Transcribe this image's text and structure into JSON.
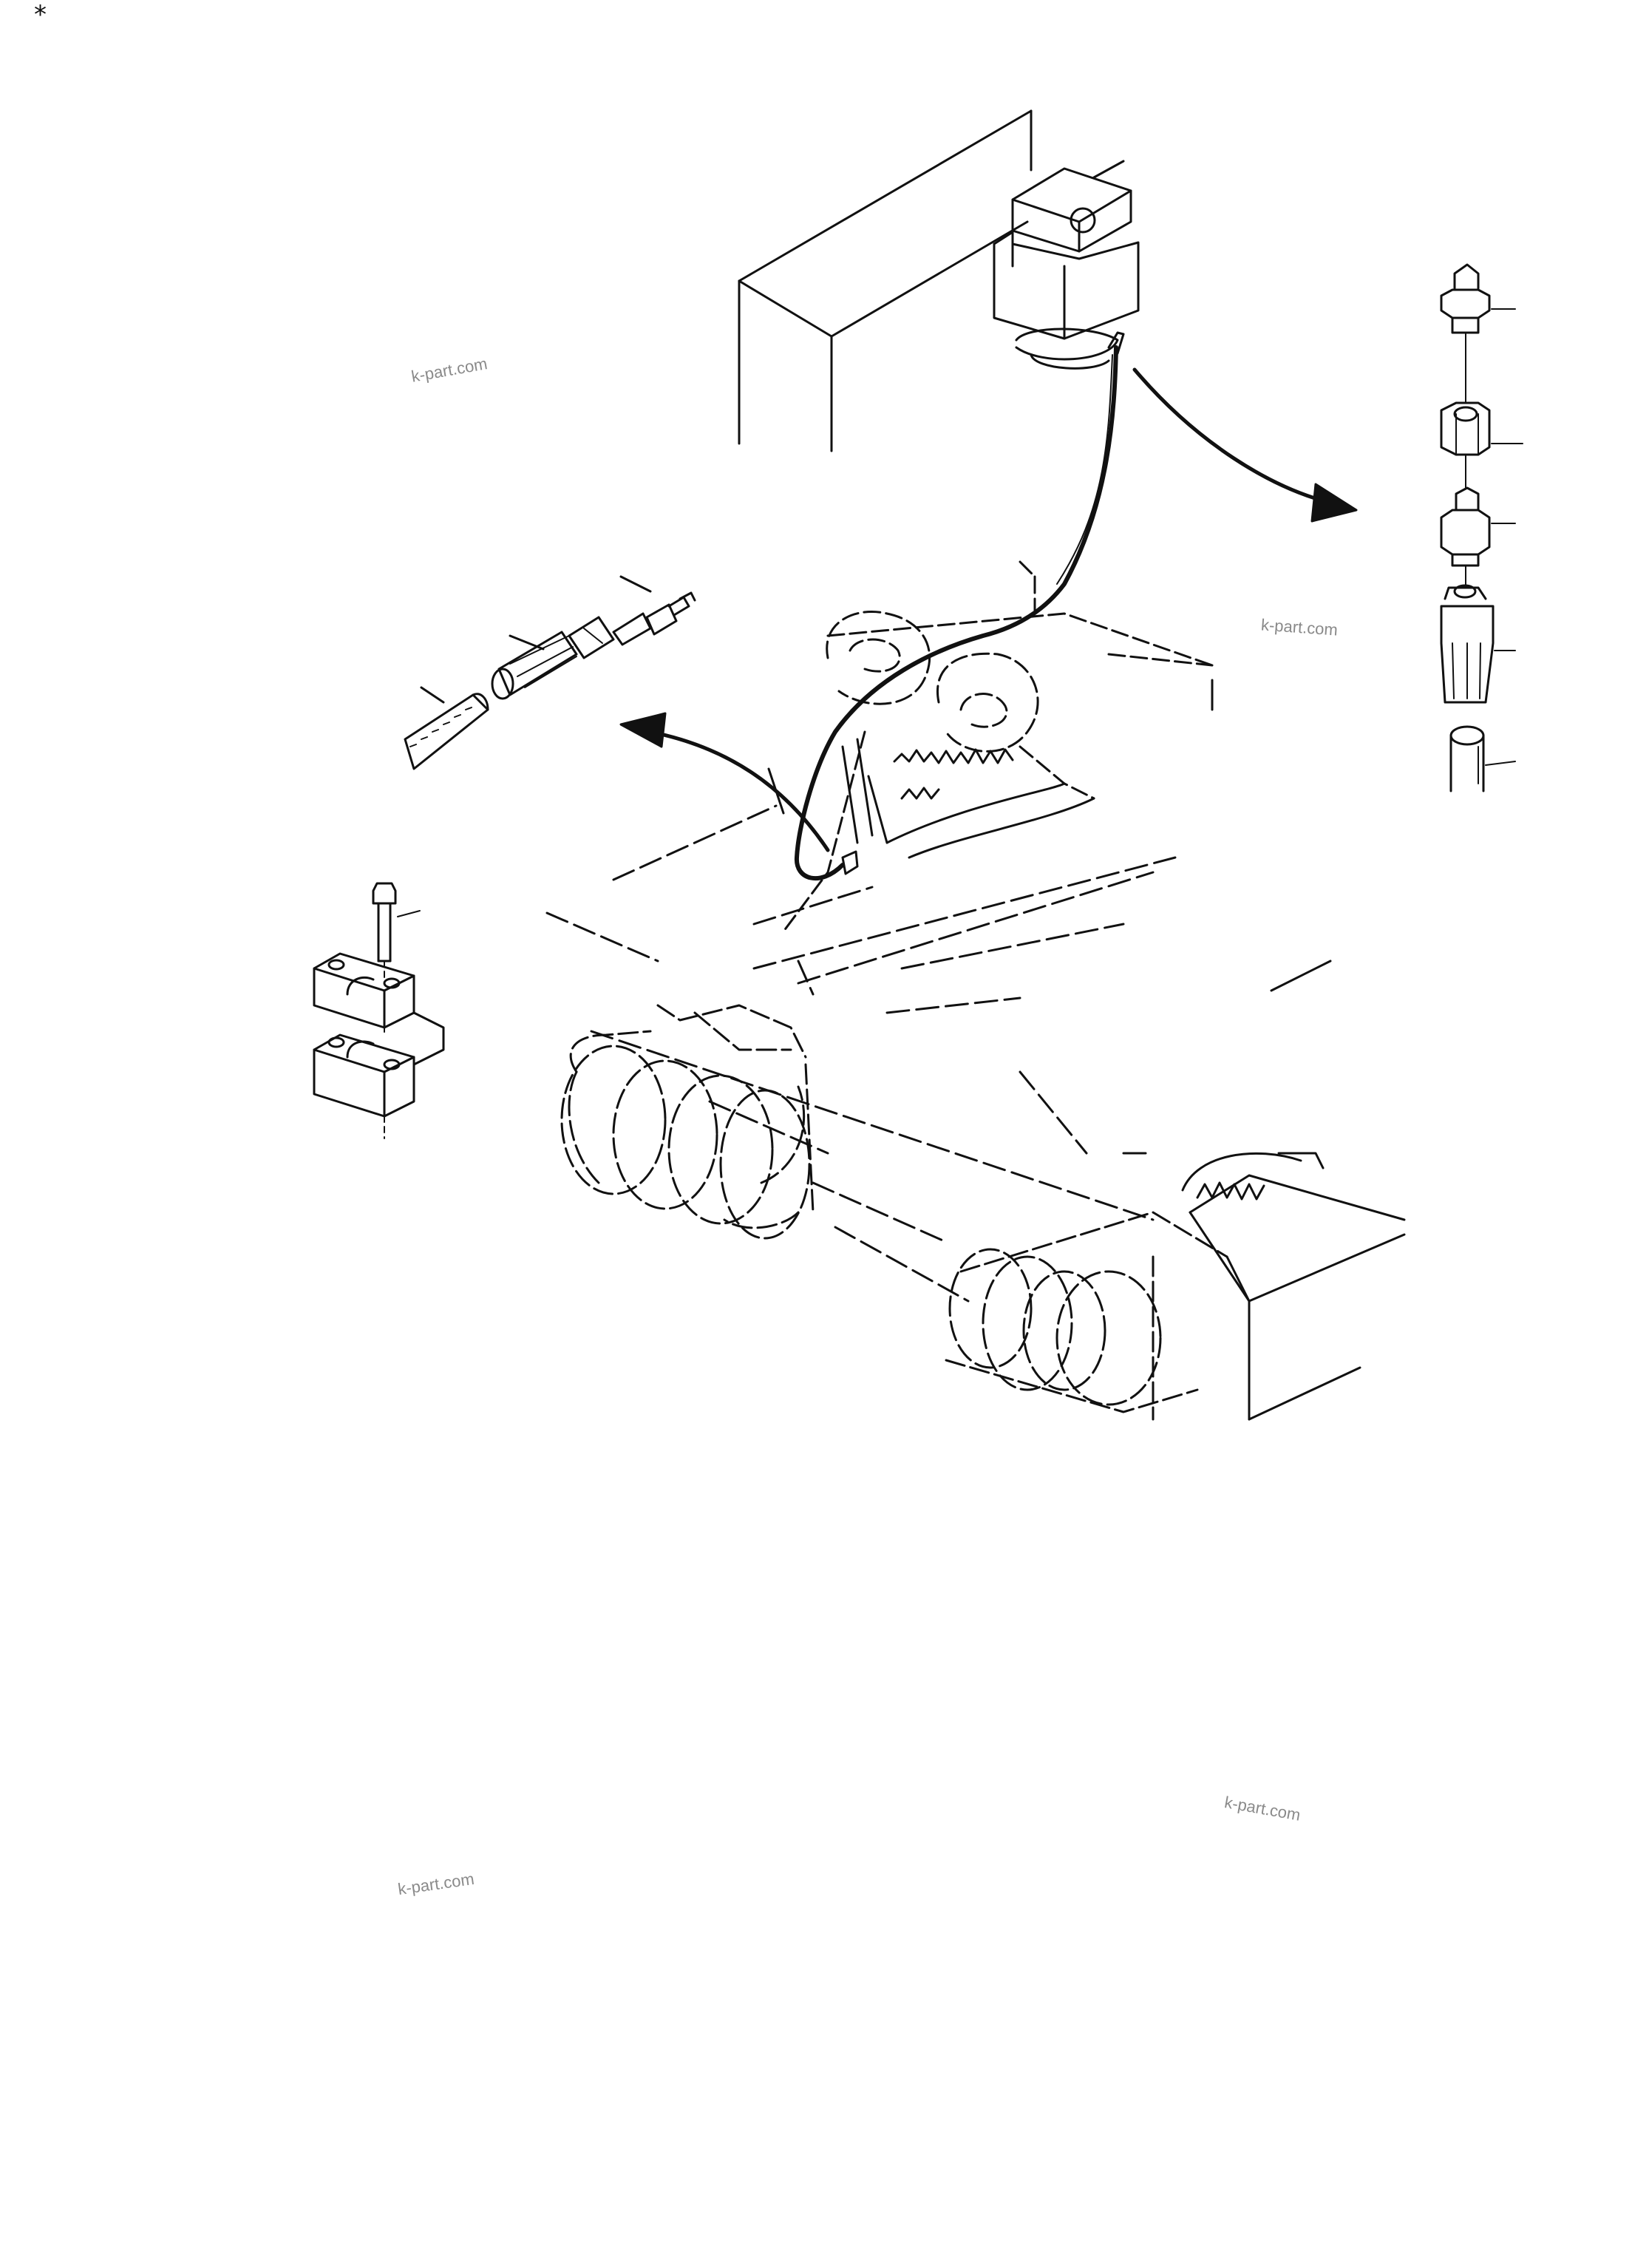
{
  "page": {
    "corner_mark": "*",
    "background": "#ffffff",
    "line_color": "#111111",
    "watermark_color": "#8a8a8a"
  },
  "watermarks": [
    "k-part.com",
    "k-part.com",
    "k-part.com",
    "k-part.com"
  ],
  "components": {
    "main": "swivel-joint-and-undercarriage",
    "callout_left": "grease-fitting-hose-assembly",
    "callout_right": "grease-fitting-stack",
    "clamp": "hose-clamp-with-bolt"
  }
}
